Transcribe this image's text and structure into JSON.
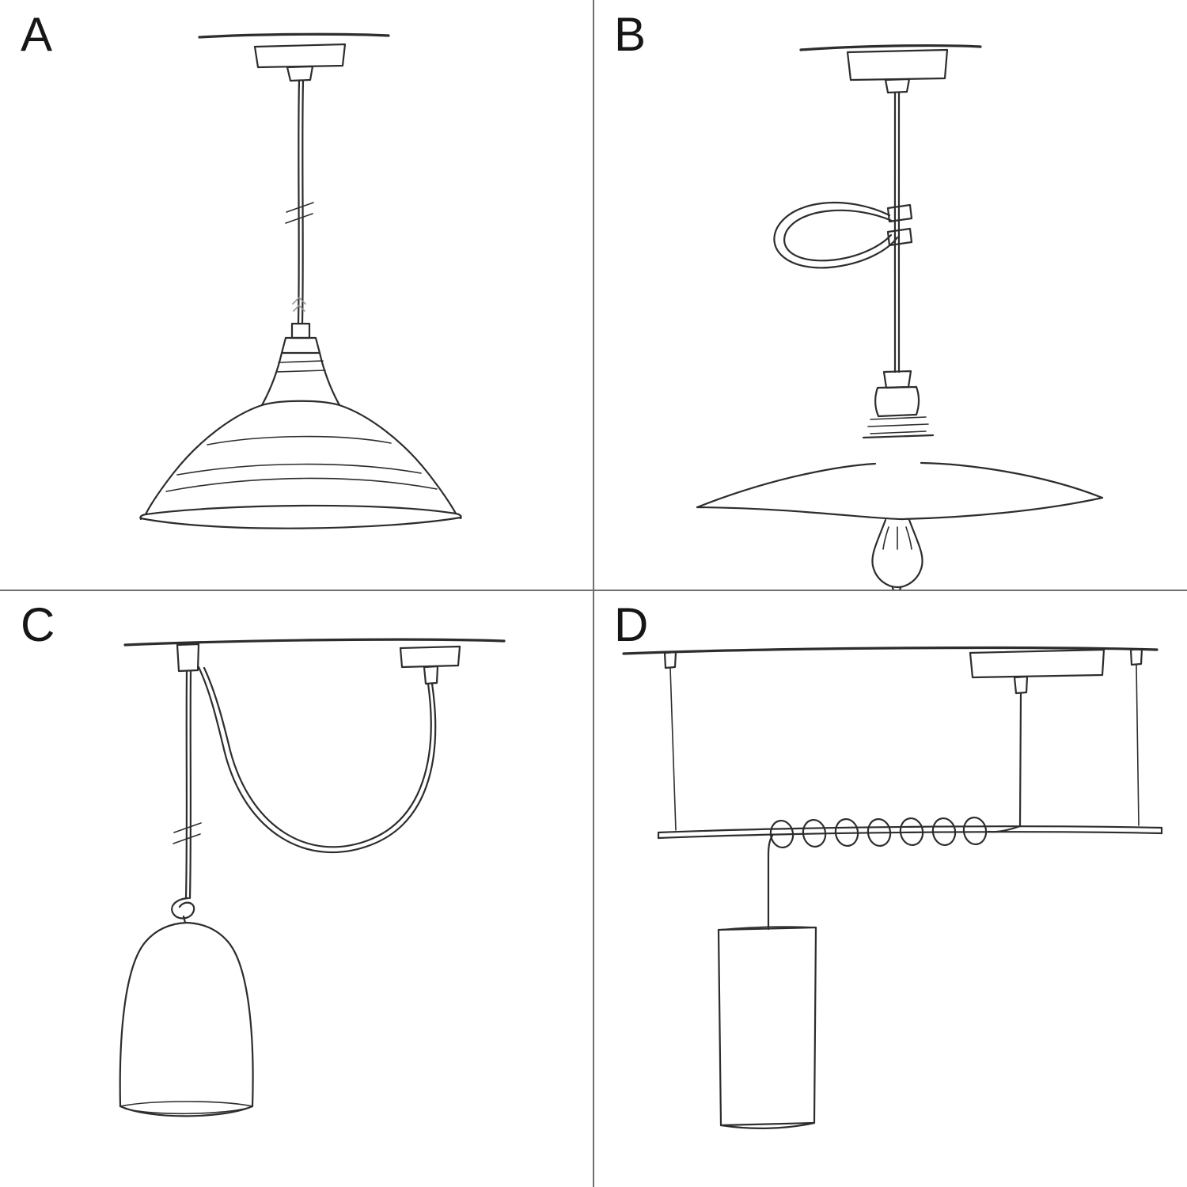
{
  "page": {
    "background": "#ffffff",
    "ink_color": "#2d2d2d",
    "faint_color": "#9a9a9a",
    "divider_color": "#6e6e6e",
    "label_color": "#161616"
  },
  "panels": [
    {
      "label": "A",
      "icon": "pendant-lamp-bowl-shade-sketch"
    },
    {
      "label": "B",
      "icon": "pendant-lamp-flat-shade-cable-cleat-sketch"
    },
    {
      "label": "C",
      "icon": "pendant-lamp-swag-bell-shade-sketch"
    },
    {
      "label": "D",
      "icon": "pendant-lamp-bar-coil-tube-shade-sketch"
    }
  ]
}
